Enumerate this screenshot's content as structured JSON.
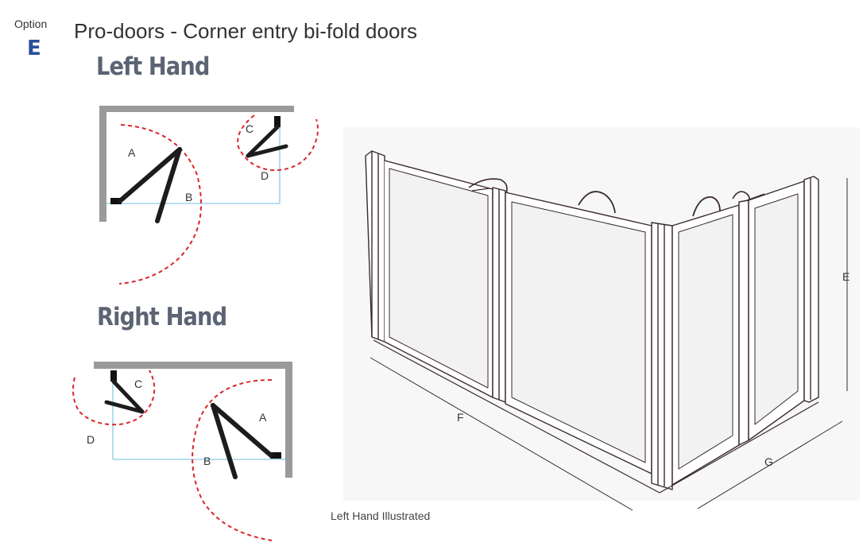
{
  "option": {
    "label": "Option",
    "letter": "E"
  },
  "title": "Pro-doors - Corner entry bi-fold doors",
  "left_hand": {
    "heading": "Left Hand",
    "labels": {
      "a": "A",
      "b": "B",
      "c": "C",
      "d": "D"
    }
  },
  "right_hand": {
    "heading": "Right Hand",
    "labels": {
      "a": "A",
      "b": "B",
      "c": "C",
      "d": "D"
    }
  },
  "illustration": {
    "dims": {
      "e": "E",
      "f": "F",
      "g": "G"
    },
    "caption": "Left Hand Illustrated"
  },
  "colors": {
    "accent": "#2a4f9c",
    "heading": "#5b6474",
    "swing_arc": "#d9262c",
    "wall": "#9a9a9a",
    "opening_line": "#8ec9e6"
  }
}
